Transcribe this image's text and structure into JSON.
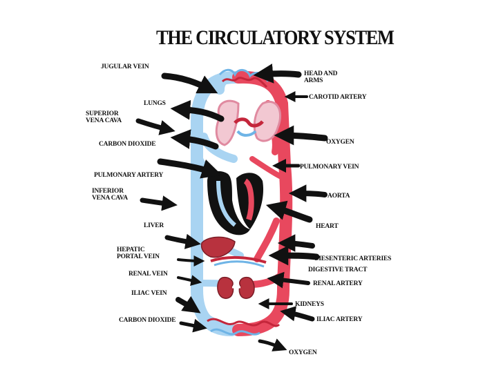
{
  "title": "THE CIRCULATORY SYSTEM",
  "colors": {
    "vein_blue": "#a9d4f2",
    "artery_red": "#e8485e",
    "heart_dark": "#111111",
    "organ_red": "#c8303e",
    "arrow": "#111111"
  },
  "labels_left": {
    "jugular_vein": "JUGULAR VEIN",
    "lungs": "LUNGS",
    "superior_vena_cava": "SUPERIOR\nVENA CAVA",
    "carbon_dioxide_top": "CARBON DIOXIDE",
    "pulmonary_artery": "PULMONARY ARTERY",
    "inferior_vena_cava": "INFERIOR\nVENA CAVA",
    "liver": "LIVER",
    "hepatic_portal_vein": "HEPATIC\nPORTAL VEIN",
    "renal_vein": "RENAL VEIN",
    "iliac_vein": "ILIAC VEIN",
    "carbon_dioxide_bottom": "CARBON DIOXIDE"
  },
  "labels_right": {
    "head_and_arms": "HEAD AND\nARMS",
    "carotid_artery": "CAROTID ARTERY",
    "oxygen_top": "OXYGEN",
    "pulmonary_vein": "PULMONARY VEIN",
    "aorta": "AORTA",
    "heart": "HEART",
    "mesenteric_arteries": "MESENTERIC ARTERIES",
    "digestive_tract": "DIGESTIVE TRACT",
    "renal_artery": "RENAL ARTERY",
    "kidneys": "KIDNEYS",
    "iliac_artery": "ILIAC ARTERY",
    "oxygen_bottom": "OXYGEN"
  }
}
